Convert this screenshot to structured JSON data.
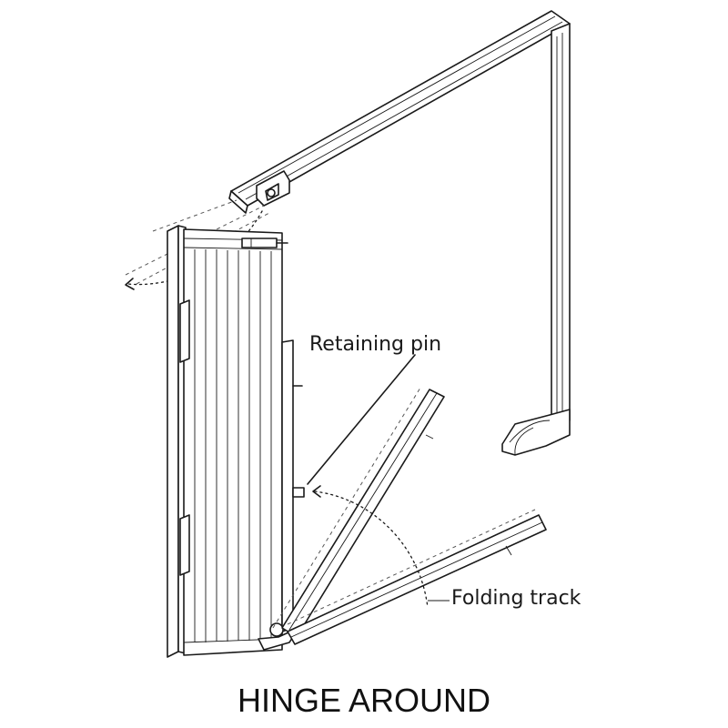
{
  "diagram": {
    "caption": "HINGE AROUND",
    "labels": {
      "retaining_pin": "Retaining pin",
      "folding_track": "Folding track"
    },
    "colors": {
      "ink": "#1a1a1a",
      "background": "#ffffff"
    }
  }
}
